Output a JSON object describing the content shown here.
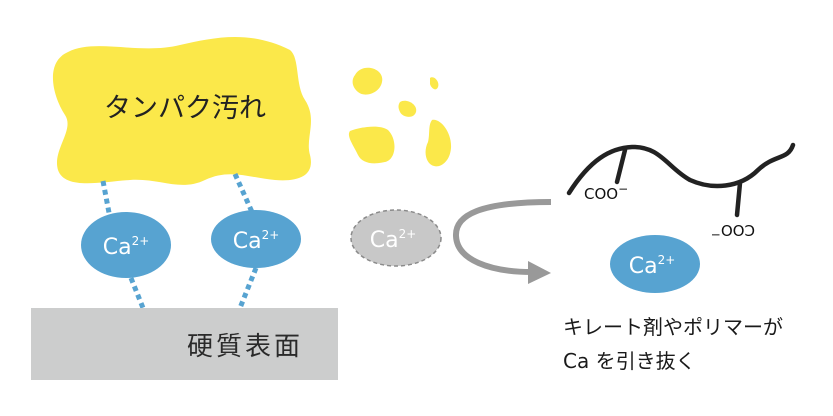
{
  "colors": {
    "stain_yellow": "#FBE84A",
    "calcium_blue": "#57A3D1",
    "calcium_removed_gray": "#C8C8C8",
    "surface_gray": "#CCCDCD",
    "arrow_gray": "#999999",
    "polymer_black": "#222222"
  },
  "stain": {
    "label": "タンパク汚れ"
  },
  "surface": {
    "label": "硬質表面"
  },
  "bound_calcium": [
    {
      "ion": "Ca",
      "charge": "2+"
    },
    {
      "ion": "Ca",
      "charge": "2+"
    }
  ],
  "released_calcium": {
    "ion": "Ca",
    "charge": "2+"
  },
  "captured_calcium": {
    "ion": "Ca",
    "charge": "2+"
  },
  "polymer": {
    "groups": [
      {
        "label": "COO",
        "charge": "−"
      },
      {
        "label": "COO",
        "charge": "−"
      }
    ]
  },
  "caption": {
    "line1": "キレート剤やポリマーが",
    "line2": "Ca を引き抜く"
  }
}
